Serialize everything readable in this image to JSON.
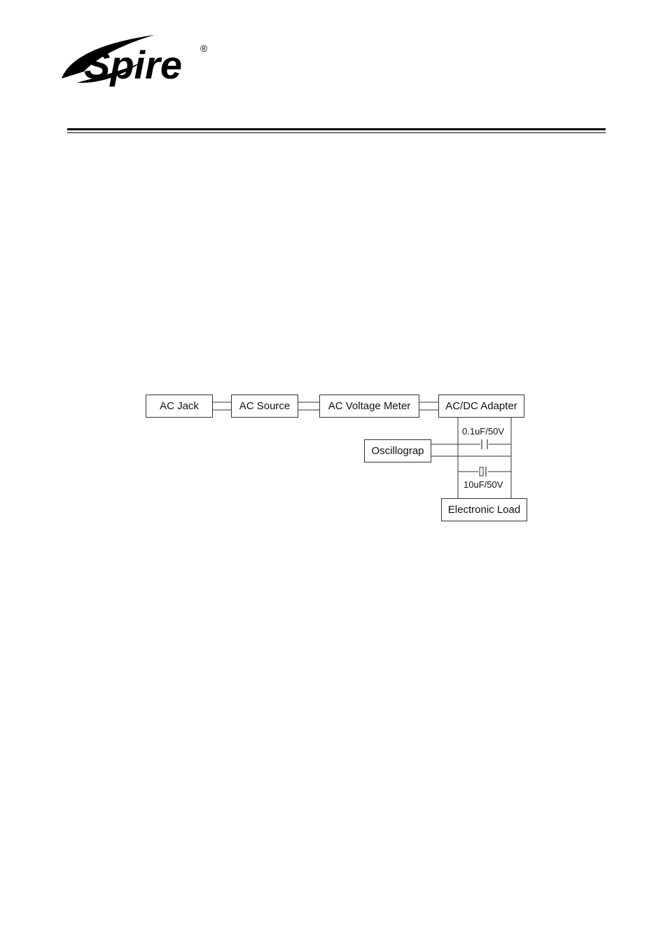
{
  "brand": {
    "name": "Spire",
    "registered_mark": "®"
  },
  "diagram": {
    "blocks": {
      "ac_jack": "AC Jack",
      "ac_source": "AC Source",
      "ac_voltage_meter": "AC Voltage Meter",
      "acdc_adapter": "AC/DC Adapter",
      "oscillograph": "Oscillograp",
      "electronic_load": "Electronic Load"
    },
    "capacitors": {
      "small": "0.1uF/50V",
      "large": "10uF/50V"
    }
  }
}
